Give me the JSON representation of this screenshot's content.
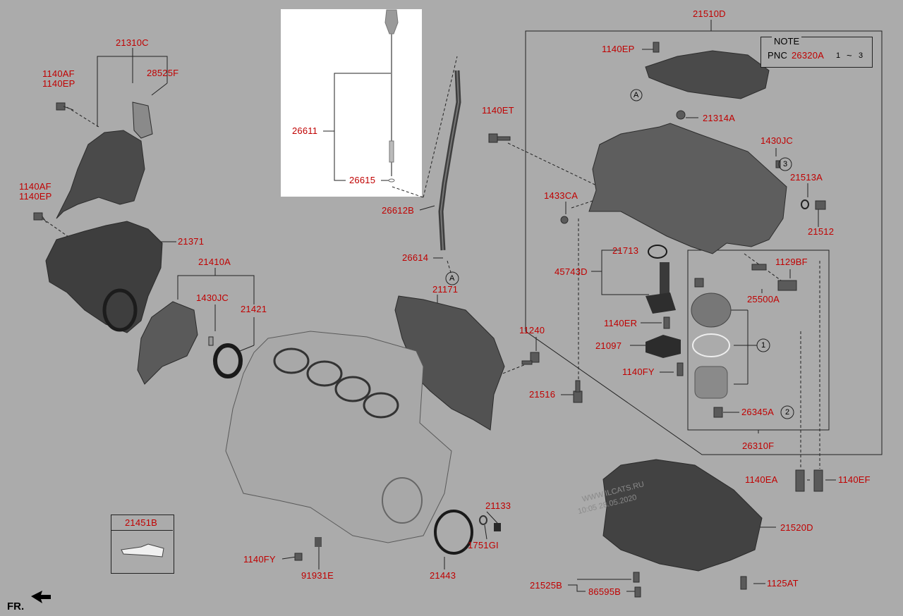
{
  "labels": {
    "p21310C": "21310C",
    "p28525F": "28525F",
    "p1140AF_1": "1140AF",
    "p1140EP_1": "1140EP",
    "p1140AF_2": "1140AF",
    "p1140EP_2": "1140EP",
    "p21371": "21371",
    "p21410A": "21410A",
    "p1430JC_1": "1430JC",
    "p21421": "21421",
    "p26611": "26611",
    "p26615": "26615",
    "p26612B": "26612B",
    "p26614": "26614",
    "p21171": "21171",
    "p1140ET": "1140ET",
    "p11240": "11240",
    "p21516": "21516",
    "p21510D": "21510D",
    "p1140EP_3": "1140EP",
    "p21314A": "21314A",
    "p1430JC_2": "1430JC",
    "p21513A": "21513A",
    "p21512": "21512",
    "p1433CA": "1433CA",
    "p21713": "21713",
    "p45743D": "45743D",
    "p1129BF": "1129BF",
    "p25500A": "25500A",
    "p1140ER": "1140ER",
    "p21097": "21097",
    "p1140FY_1": "1140FY",
    "p26345A": "26345A",
    "p26310F": "26310F",
    "p1140EA": "1140EA",
    "p1140EF": "1140EF",
    "p21520D": "21520D",
    "p21525B": "21525B",
    "p86595B": "86595B",
    "p1125AT": "1125AT",
    "p21133": "21133",
    "p1751GI": "1751GI",
    "p21443": "21443",
    "p91931E": "91931E",
    "p1140FY_2": "1140FY",
    "p21451B": "21451B"
  },
  "callouts": {
    "a1": "A",
    "a2": "A",
    "n1": "1",
    "n2": "2",
    "n3": "3"
  },
  "note": {
    "title": "NOTE",
    "pnc_label": "PNC",
    "pnc_code": "26320A",
    "range_start": "1",
    "range_sep": "~",
    "range_end": "3"
  },
  "watermark": {
    "site": "WWW.ILCATS.RU",
    "stamp": "10:05 28.05.2020"
  },
  "orientation": "FR.",
  "colors": {
    "background": "#ababab",
    "part_number": "#c00000",
    "text": "#000000",
    "part_fill": "#4a4a4a"
  }
}
